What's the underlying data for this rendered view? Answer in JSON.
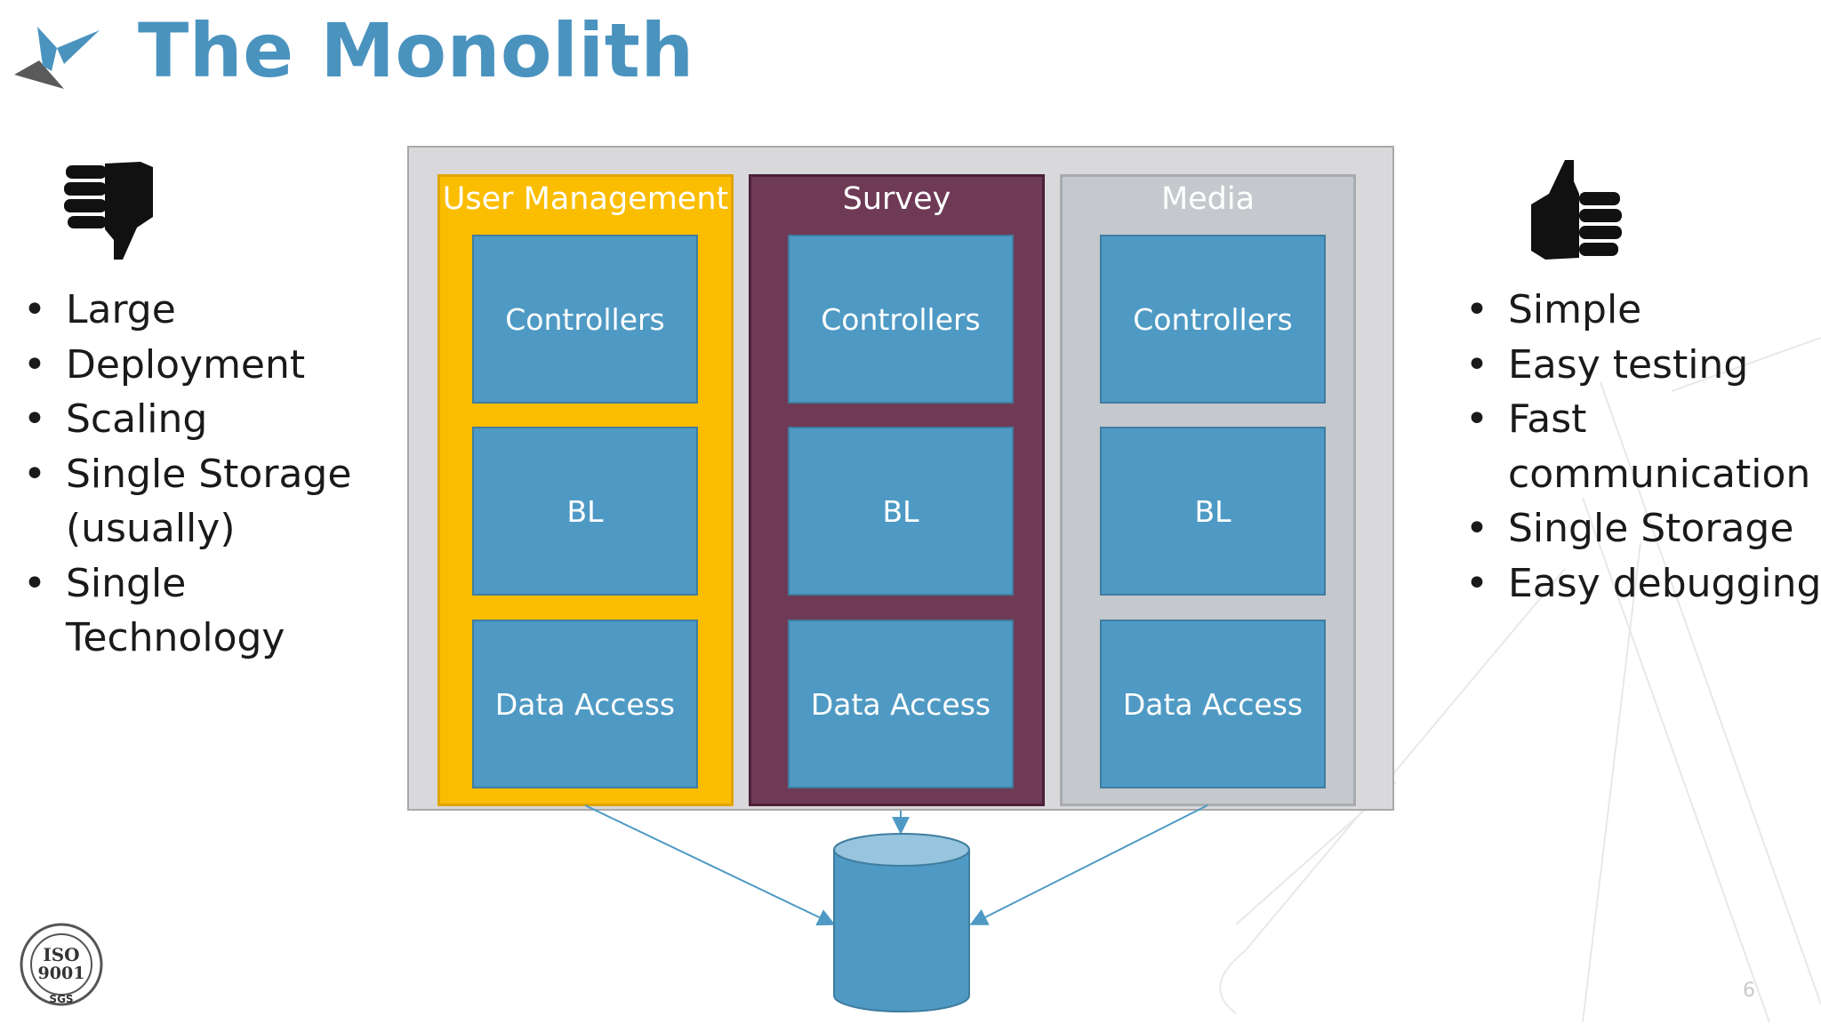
{
  "slide": {
    "title": "The Monolith",
    "page_number": "6"
  },
  "cons": {
    "icon": "thumbs-down-icon",
    "items": [
      {
        "l1": "Large",
        "l2": ""
      },
      {
        "l1": "Deployment",
        "l2": ""
      },
      {
        "l1": "Scaling",
        "l2": ""
      },
      {
        "l1": "Single Storage",
        "l2": "(usually)"
      },
      {
        "l1": "Single",
        "l2": "Technology"
      }
    ]
  },
  "pros": {
    "icon": "thumbs-up-icon",
    "items": [
      {
        "l1": "Simple",
        "l2": ""
      },
      {
        "l1": "Easy testing",
        "l2": ""
      },
      {
        "l1": "Fast",
        "l2": "communication"
      },
      {
        "l1": "Single Storage",
        "l2": ""
      },
      {
        "l1": "Easy debugging",
        "l2": ""
      }
    ]
  },
  "diagram": {
    "modules": [
      {
        "name": "User Management",
        "color": "#fbbd00",
        "layers": [
          "Controllers",
          "BL",
          "Data Access"
        ]
      },
      {
        "name": "Survey",
        "color": "#6e3a55",
        "layers": [
          "Controllers",
          "BL",
          "Data Access"
        ]
      },
      {
        "name": "Media",
        "color": "#c5c8cc",
        "layers": [
          "Controllers",
          "BL",
          "Data Access"
        ]
      }
    ],
    "layer_color": "#4f9ac4",
    "database_icon": "database-cylinder-icon"
  },
  "logo": {
    "icon": "company-arrow-logo-icon"
  },
  "certification": {
    "icon": "iso-9001-seal-icon",
    "text": "ISO 9001",
    "issuer": "SGS"
  }
}
